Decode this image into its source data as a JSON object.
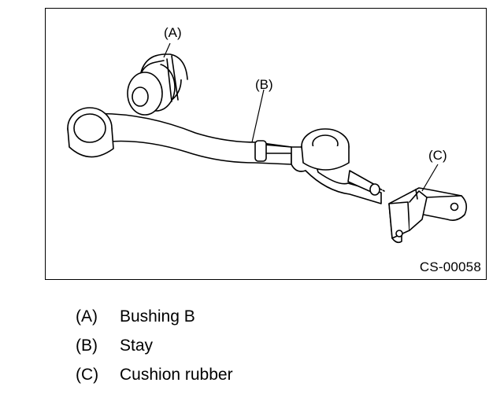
{
  "figure": {
    "callouts": {
      "a": "(A)",
      "b": "(B)",
      "c": "(C)"
    },
    "code": "CS-00058"
  },
  "legend": [
    {
      "key": "(A)",
      "text": "Bushing B"
    },
    {
      "key": "(B)",
      "text": "Stay"
    },
    {
      "key": "(C)",
      "text": "Cushion rubber"
    }
  ]
}
